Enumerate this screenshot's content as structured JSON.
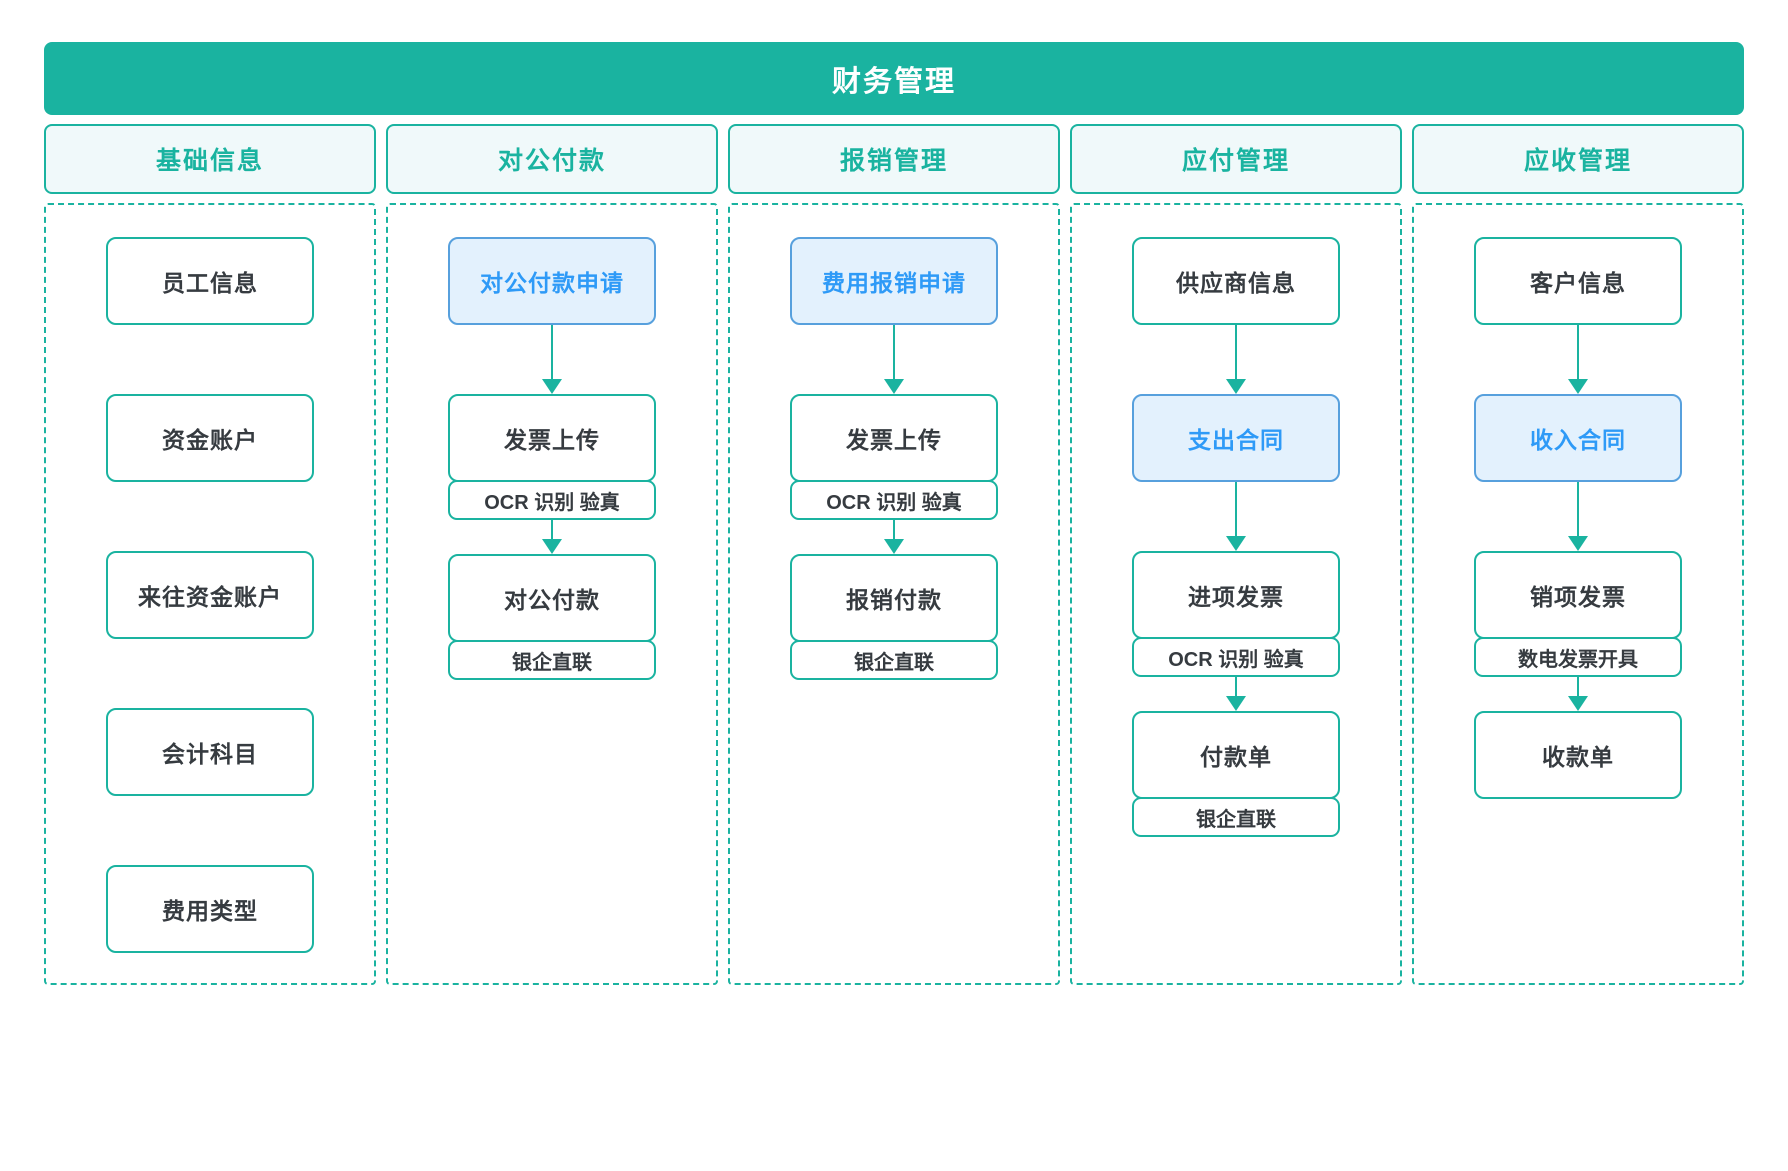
{
  "title": "财务管理",
  "colors": {
    "teal": "#1ab3a0",
    "header-bg": "#f0f9fa",
    "highlight-bg": "#e3f1fd",
    "highlight-border": "#57a0dd",
    "highlight-text": "#2e9af7",
    "node-text": "#363b40",
    "title-text": "#ffffff",
    "page-bg": "#ffffff"
  },
  "columns": [
    {
      "header": "基础信息",
      "nodes": [
        {
          "label": "员工信息",
          "type": "plain"
        },
        {
          "label": "资金账户",
          "type": "plain"
        },
        {
          "label": "来往资金账户",
          "type": "plain"
        },
        {
          "label": "会计科目",
          "type": "plain"
        },
        {
          "label": "费用类型",
          "type": "plain"
        }
      ]
    },
    {
      "header": "对公付款",
      "nodes": [
        {
          "label": "对公付款申请",
          "type": "highlight"
        },
        {
          "label": "发票上传",
          "type": "plain",
          "sub": "OCR 识别 验真"
        },
        {
          "label": "对公付款",
          "type": "plain",
          "sub": "银企直联"
        }
      ]
    },
    {
      "header": "报销管理",
      "nodes": [
        {
          "label": "费用报销申请",
          "type": "highlight"
        },
        {
          "label": "发票上传",
          "type": "plain",
          "sub": "OCR 识别 验真"
        },
        {
          "label": "报销付款",
          "type": "plain",
          "sub": "银企直联"
        }
      ]
    },
    {
      "header": "应付管理",
      "nodes": [
        {
          "label": "供应商信息",
          "type": "plain"
        },
        {
          "label": "支出合同",
          "type": "highlight"
        },
        {
          "label": "进项发票",
          "type": "plain",
          "sub": "OCR 识别 验真"
        },
        {
          "label": "付款单",
          "type": "plain",
          "sub": "银企直联"
        }
      ]
    },
    {
      "header": "应收管理",
      "nodes": [
        {
          "label": "客户信息",
          "type": "plain"
        },
        {
          "label": "收入合同",
          "type": "highlight"
        },
        {
          "label": "销项发票",
          "type": "plain",
          "sub": "数电发票开具"
        },
        {
          "label": "收款单",
          "type": "plain"
        }
      ]
    }
  ]
}
